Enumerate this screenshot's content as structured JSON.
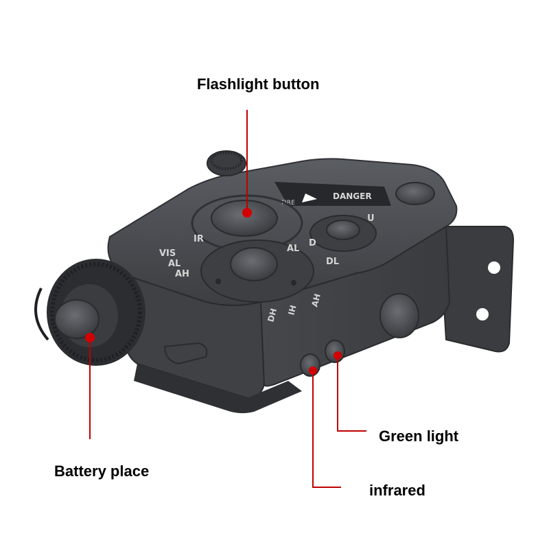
{
  "callouts": {
    "flashlight": "Flashlight button",
    "battery": "Battery place",
    "green": "Green light",
    "infrared": "infrared"
  },
  "device_markings": {
    "ir": "IR",
    "vis": "VIS",
    "al": "AL",
    "ah": "AH",
    "al2": "AL",
    "d": "D",
    "dl": "DL",
    "u": "U",
    "fire": "FIRE",
    "brand": "DANGER",
    "side_dh": "DH",
    "side_ih": "IH",
    "side_ah": "AH"
  },
  "colors": {
    "device_body": "#4a4d52",
    "device_dark": "#2e3034",
    "pointer": "#d40000",
    "leader_line": "#c00000"
  }
}
